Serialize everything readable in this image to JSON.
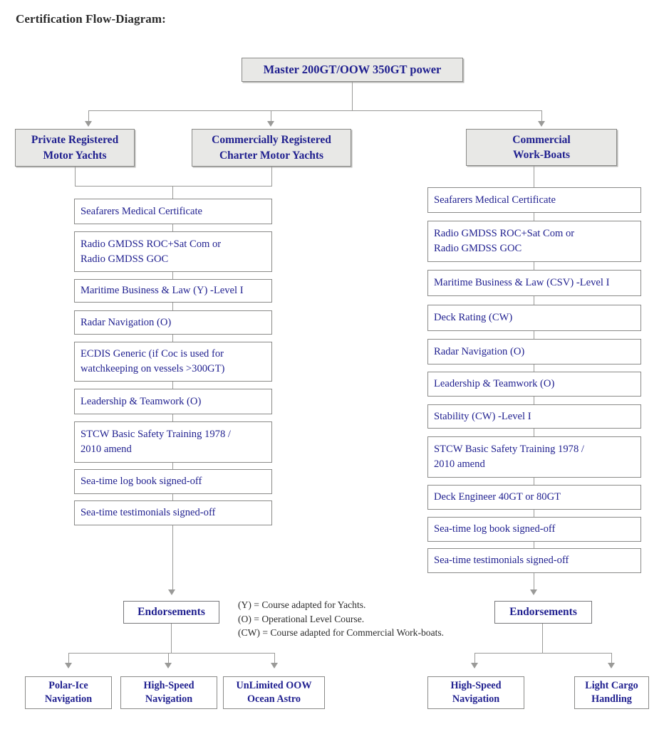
{
  "page": {
    "title": "Certification Flow-Diagram:"
  },
  "root": {
    "label": "Master 200GT/OOW 350GT power"
  },
  "categories": [
    {
      "id": "private-registered-motor-yachts",
      "label": "Private Registered\nMotor Yachts"
    },
    {
      "id": "commercially-registered-charter",
      "label": "Commercially Registered\nCharter Motor Yachts"
    },
    {
      "id": "commercial-work-boats",
      "label": "Commercial\nWork-Boats"
    }
  ],
  "yacht_requirements": [
    {
      "label": "Seafarers Medical Certificate"
    },
    {
      "label": "Radio GMDSS ROC+Sat Com or\nRadio GMDSS GOC"
    },
    {
      "label": "Maritime Business & Law (Y) -Level I"
    },
    {
      "label": "Radar Navigation (O)"
    },
    {
      "label": "ECDIS Generic (if Coc is used for\nwatchkeeping on vessels >300GT)"
    },
    {
      "label": "Leadership & Teamwork (O)"
    },
    {
      "label": "STCW Basic Safety Training 1978 /\n2010 amend"
    },
    {
      "label": "Sea-time log book signed-off"
    },
    {
      "label": "Sea-time testimonials signed-off"
    }
  ],
  "workboat_requirements": [
    {
      "label": "Seafarers Medical Certificate"
    },
    {
      "label": "Radio GMDSS ROC+Sat Com or\nRadio GMDSS GOC"
    },
    {
      "label": "Maritime Business & Law (CSV) -Level I"
    },
    {
      "label": "Deck Rating (CW)"
    },
    {
      "label": "Radar Navigation (O)"
    },
    {
      "label": "Leadership & Teamwork (O)"
    },
    {
      "label": "Stability (CW) -Level I"
    },
    {
      "label": "STCW Basic  Safety Training 1978 /\n2010 amend"
    },
    {
      "label": "Deck Engineer 40GT or 80GT"
    },
    {
      "label": "Sea-time log book signed-off"
    },
    {
      "label": "Sea-time testimonials signed-off"
    }
  ],
  "endorsements": {
    "left_label": "Endorsements",
    "right_label": "Endorsements",
    "left_items": [
      {
        "label": "Polar-Ice\nNavigation"
      },
      {
        "label": "High-Speed\nNavigation"
      },
      {
        "label": "UnLimited OOW\nOcean Astro"
      }
    ],
    "right_items": [
      {
        "label": "High-Speed\nNavigation"
      },
      {
        "label": "Light Cargo\nHandling"
      }
    ]
  },
  "legend": {
    "lines": "(Y) = Course adapted for Yachts.\n(O) = Operational Level Course.\n(CW) = Course adapted for Commercial Work-boats."
  },
  "colors": {
    "node_text": "#1f1f8f",
    "title_text": "#2b2b2b",
    "box_fill_grey": "#e8e8e6",
    "box_border": "#8a8a88",
    "connector": "#9a9a98",
    "background": "#ffffff"
  }
}
